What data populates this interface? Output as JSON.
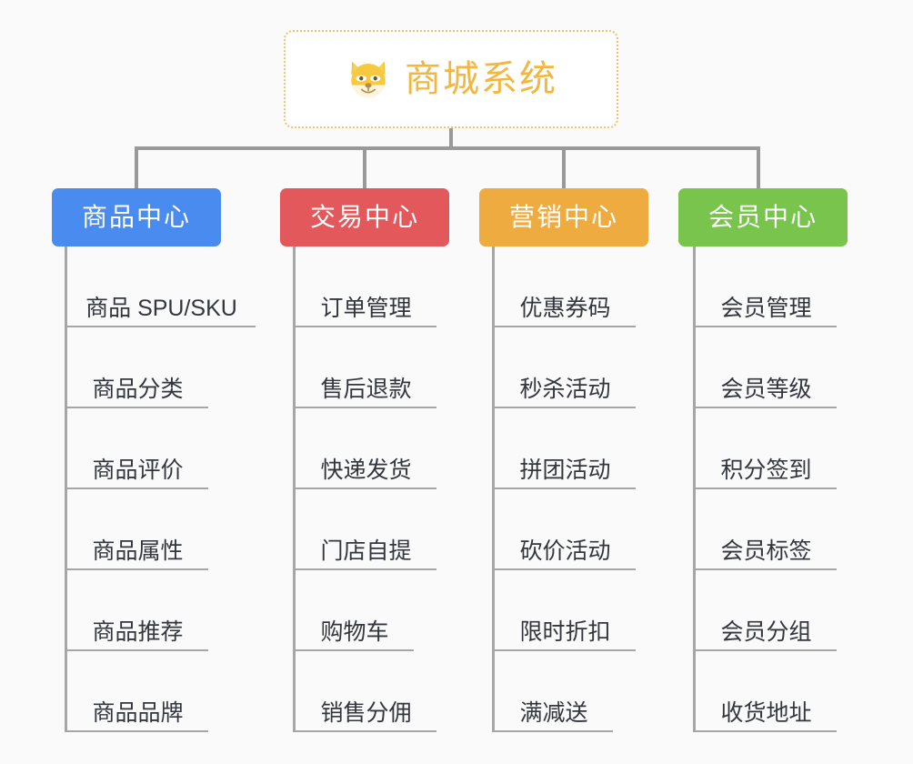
{
  "diagram": {
    "type": "org-tree",
    "background_color": "#fafafa",
    "connector_color": "#999999",
    "root": {
      "title": "商城系统",
      "icon": "dog-face-icon",
      "text_color": "#f3b63f",
      "border_color": "#f0c070",
      "background_color": "#ffffff"
    },
    "branches": [
      {
        "label": "商品中心",
        "color": "#4a8bf0",
        "key": "product",
        "items": [
          "商品 SPU/SKU",
          "商品分类",
          "商品评价",
          "商品属性",
          "商品推荐",
          "商品品牌"
        ]
      },
      {
        "label": "交易中心",
        "color": "#e3585a",
        "key": "trade",
        "items": [
          "订单管理",
          "售后退款",
          "快递发货",
          "门店自提",
          "购物车",
          "销售分佣"
        ]
      },
      {
        "label": "营销中心",
        "color": "#eeab3f",
        "key": "marketing",
        "items": [
          "优惠券码",
          "秒杀活动",
          "拼团活动",
          "砍价活动",
          "限时折扣",
          "满减送"
        ]
      },
      {
        "label": "会员中心",
        "color": "#79c44d",
        "key": "member",
        "items": [
          "会员管理",
          "会员等级",
          "积分签到",
          "会员标签",
          "会员分组",
          "收货地址"
        ]
      }
    ]
  }
}
